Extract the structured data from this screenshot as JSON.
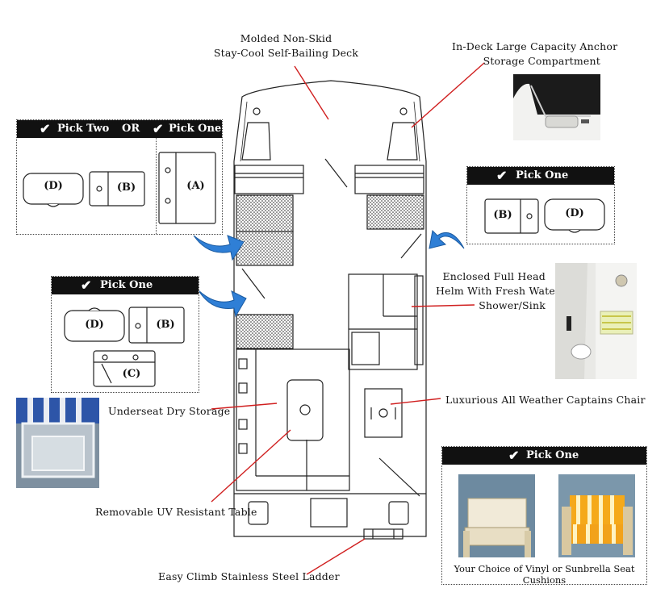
{
  "labels": {
    "deck_line1": "Molded Non-Skid",
    "deck_line2": "Stay-Cool Self-Bailing Deck",
    "anchor_line1": "In-Deck Large Capacity Anchor",
    "anchor_line2": "Storage Compartment",
    "head_line1": "Enclosed Full Head",
    "head_line2": "Helm With Fresh Water",
    "head_line3": "Shower/Sink",
    "captains_chair": "Luxurious All Weather Captains Chair",
    "underseat": "Underseat Dry Storage",
    "table": "Removable UV Resistant Table",
    "ladder": "Easy Climb Stainless Steel Ladder"
  },
  "option_boxes": {
    "top_left": {
      "head_pick_two": "Pick Two",
      "head_or": "OR",
      "head_pick_one": "Pick One",
      "items": [
        "(D)",
        "(B)",
        "(A)"
      ]
    },
    "right": {
      "head": "Pick One",
      "items": [
        "(B)",
        "(D)"
      ]
    },
    "middle_left": {
      "head": "Pick One",
      "items": [
        "(D)",
        "(B)",
        "(C)"
      ]
    },
    "cushions": {
      "head": "Pick One",
      "caption": "Your Choice of Vinyl or Sunbrella Seat Cushions"
    }
  },
  "icons": {
    "check": "checkmark-icon",
    "arrow": "curved-arrow-icon"
  },
  "colors": {
    "callout_line": "#d01f1f",
    "arrow_blue": "#2f7fd6",
    "header_black": "#111111"
  }
}
